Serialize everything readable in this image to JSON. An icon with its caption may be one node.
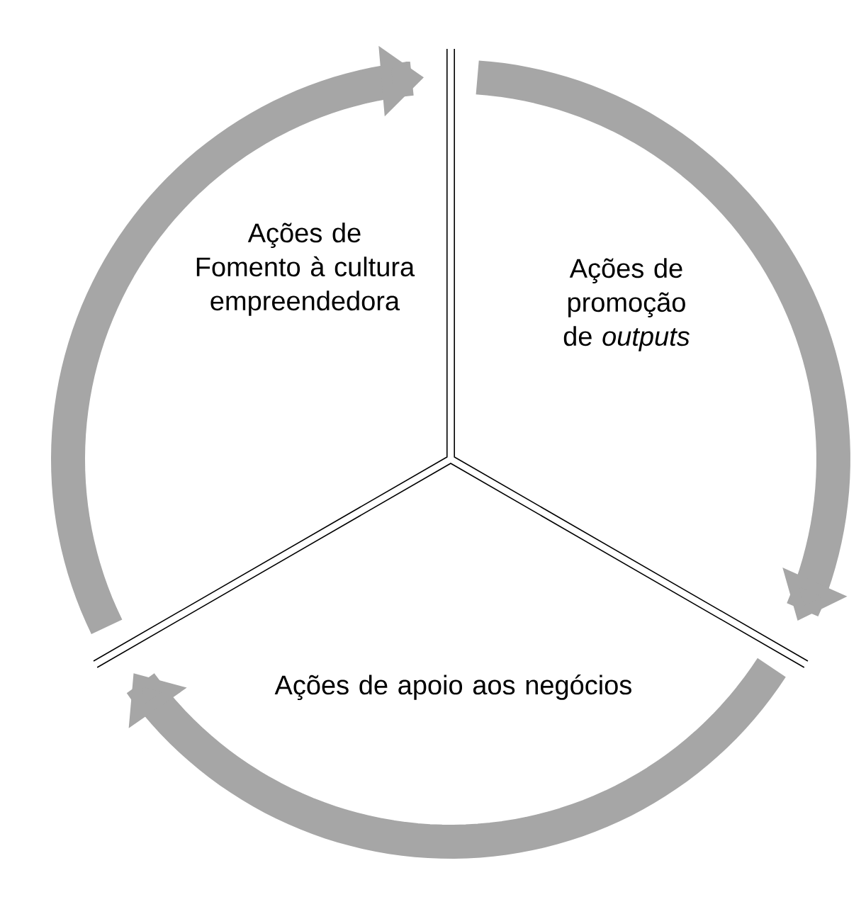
{
  "diagram": {
    "nodes": [
      {
        "text": [
          "Ações de Fomento à cultura empreendedora"
        ]
      },
      {
        "text": [
          "Ações de promoção de *outputs*"
        ]
      },
      {
        "text": [
          "Ações de apoio aos negócios"
        ]
      }
    ]
  }
}
